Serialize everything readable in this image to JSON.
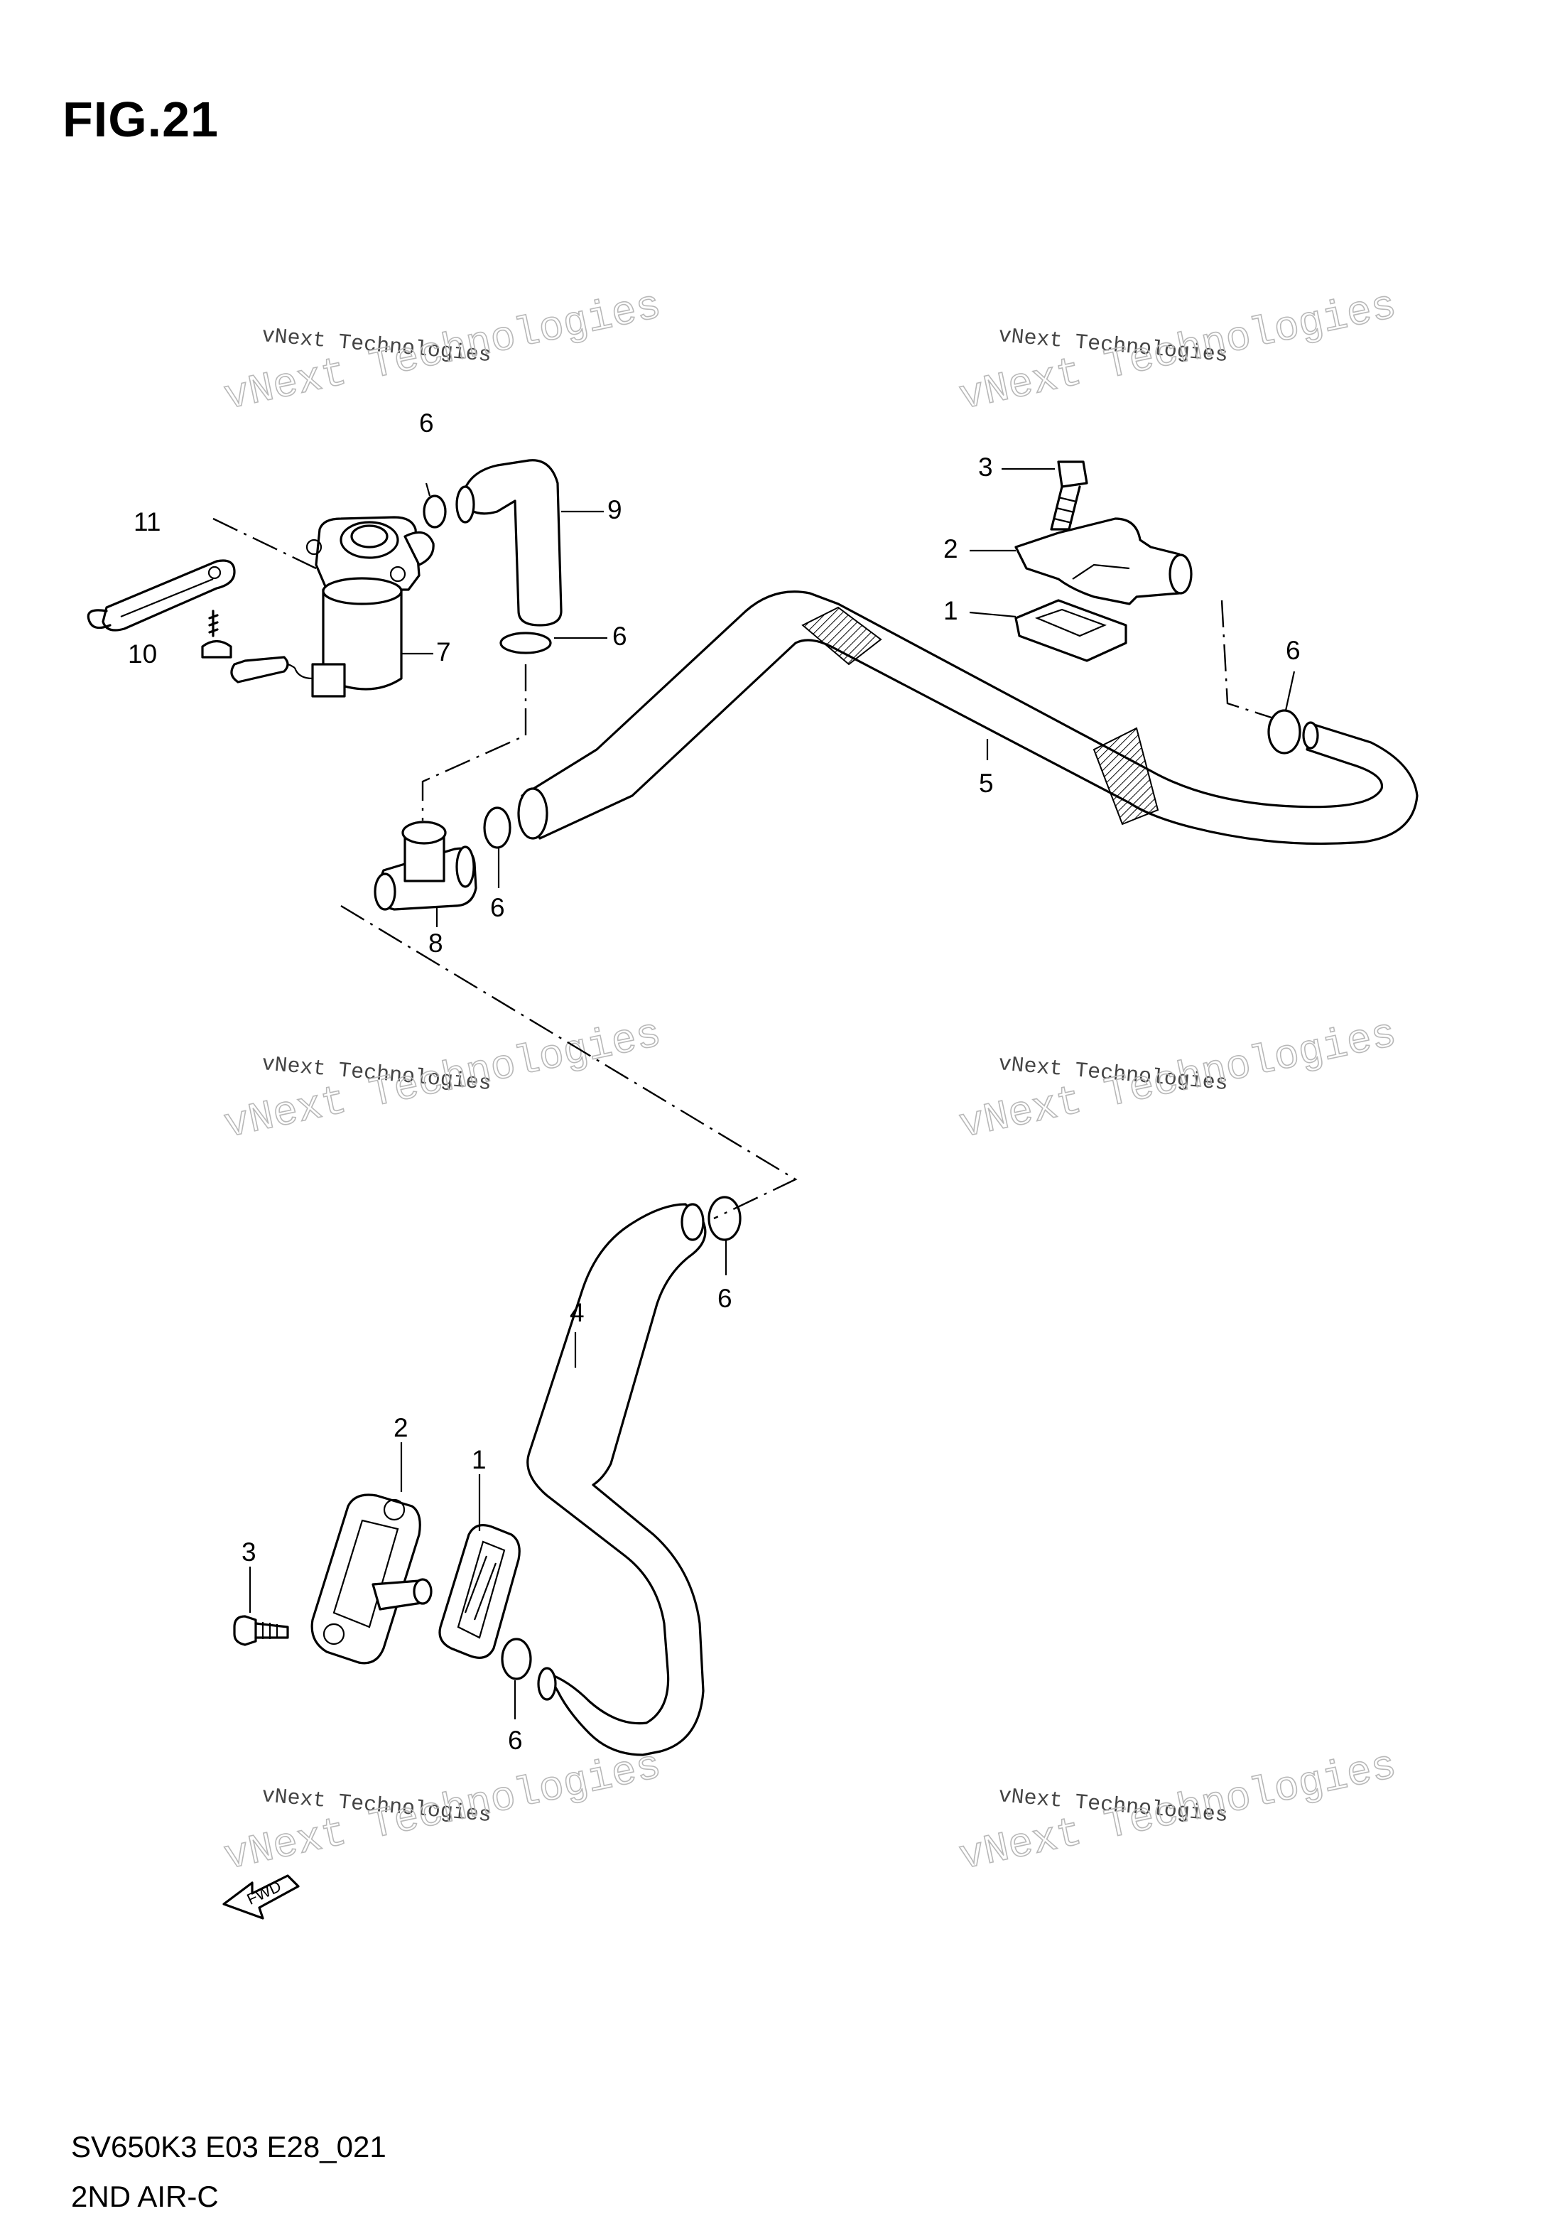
{
  "figure": {
    "title": "FIG.21",
    "code": "SV650K3 E03 E28_021",
    "description": "2ND AIR-C"
  },
  "watermark": {
    "small": "vNext Technologies",
    "large": "vNext Technologies",
    "repeat": 6
  },
  "callouts": [
    {
      "id": "c-11",
      "number": "11"
    },
    {
      "id": "c-10",
      "number": "10"
    },
    {
      "id": "c-7",
      "number": "7"
    },
    {
      "id": "c-6a",
      "number": "6"
    },
    {
      "id": "c-9",
      "number": "9"
    },
    {
      "id": "c-6b",
      "number": "6"
    },
    {
      "id": "c-8",
      "number": "8"
    },
    {
      "id": "c-6c",
      "number": "6"
    },
    {
      "id": "c-3a",
      "number": "3"
    },
    {
      "id": "c-2a",
      "number": "2"
    },
    {
      "id": "c-1a",
      "number": "1"
    },
    {
      "id": "c-6d",
      "number": "6"
    },
    {
      "id": "c-5",
      "number": "5"
    },
    {
      "id": "c-6e",
      "number": "6"
    },
    {
      "id": "c-4",
      "number": "4"
    },
    {
      "id": "c-2b",
      "number": "2"
    },
    {
      "id": "c-1b",
      "number": "1"
    },
    {
      "id": "c-3b",
      "number": "3"
    },
    {
      "id": "c-6f",
      "number": "6"
    }
  ],
  "fwd_arrow_label": "FWD"
}
